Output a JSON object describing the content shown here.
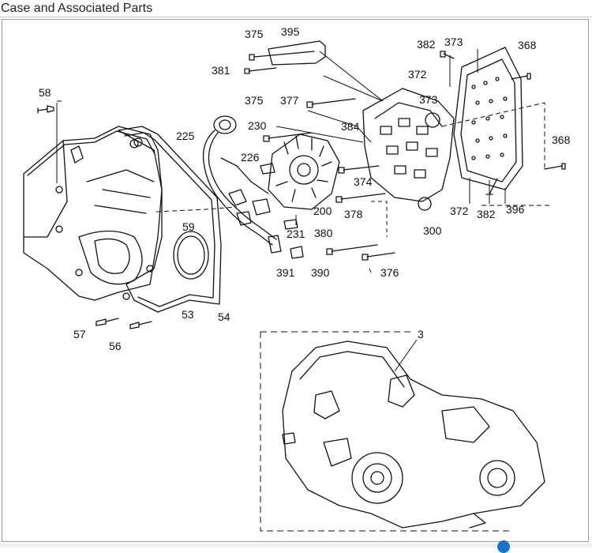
{
  "title": "Case and Associated Parts",
  "labels": [
    "375",
    "395",
    "381",
    "375",
    "377",
    "384",
    "230",
    "225",
    "226",
    "374",
    "200",
    "378",
    "231",
    "380",
    "391",
    "390",
    "376",
    "300",
    "382",
    "373",
    "368",
    "372",
    "373",
    "368",
    "372",
    "382",
    "396",
    "58",
    "59",
    "54",
    "53",
    "57",
    "56",
    "3"
  ],
  "colors": {
    "ink": "#111111",
    "frame": "#9a9a9a",
    "badge": "#1a73c8"
  }
}
